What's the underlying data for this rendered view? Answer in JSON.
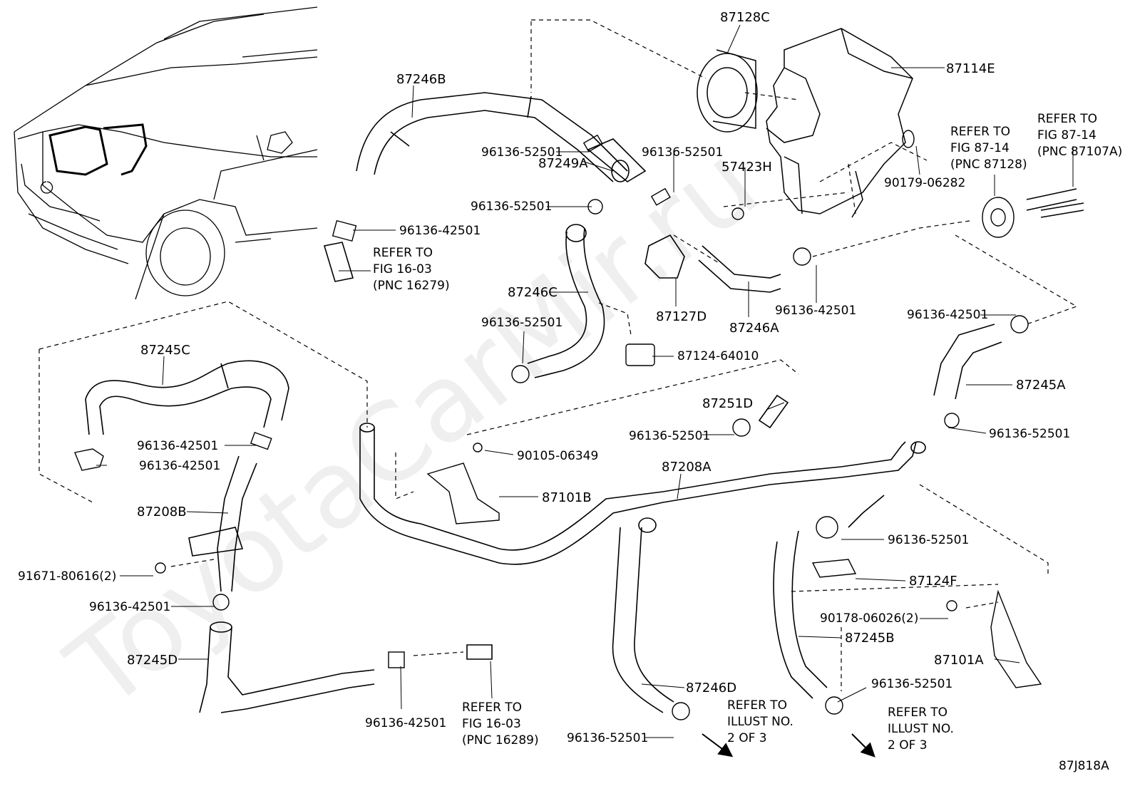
{
  "watermark": "ToyotaCarMir.ru",
  "figure_code": "87J818A",
  "parts": {
    "p87128C": "87128C",
    "p87114E": "87114E",
    "p87246B": "87246B",
    "p96136_52501_a": "96136-52501",
    "p96136_52501_b": "96136-52501",
    "p96136_52501_c": "96136-52501",
    "p57423H": "57423H",
    "p87249A": "87249A",
    "p90179_06282": "90179-06282",
    "p96136_42501_a": "96136-42501",
    "p87246C": "87246C",
    "p87127D": "87127D",
    "p96136_42501_b": "96136-42501",
    "p87246A": "87246A",
    "p96136_42501_c": "96136-42501",
    "p96136_52501_d": "96136-52501",
    "p87124_64010": "87124-64010",
    "p87245C": "87245C",
    "p87245A": "87245A",
    "p87251D": "87251D",
    "p96136_52501_e": "96136-52501",
    "p96136_52501_f": "96136-52501",
    "p96136_42501_d": "96136-42501",
    "p90105_06349": "90105-06349",
    "p96136_42501_e": "96136-42501",
    "p87208A": "87208A",
    "p87101B": "87101B",
    "p87208B": "87208B",
    "p96136_52501_g": "96136-52501",
    "p91671_80616": "91671-80616(2)",
    "p87124F": "87124F",
    "p96136_42501_f": "96136-42501",
    "p90178_06026": "90178-06026(2)",
    "p87245B": "87245B",
    "p87245D": "87245D",
    "p87101A": "87101A",
    "p87246D": "87246D",
    "p96136_52501_h": "96136-52501",
    "p96136_42501_g": "96136-42501",
    "p96136_52501_i": "96136-52501"
  },
  "refs": {
    "fig16_03_a": {
      "l1": "REFER TO",
      "l2": "FIG 16-03",
      "l3": "(PNC 16279)"
    },
    "fig87_14_a": {
      "l1": "REFER TO",
      "l2": "FIG 87-14",
      "l3": "(PNC 87128)"
    },
    "fig87_14_b": {
      "l1": "REFER TO",
      "l2": "FIG 87-14",
      "l3": "(PNC 87107A)"
    },
    "fig16_03_b": {
      "l1": "REFER TO",
      "l2": "FIG 16-03",
      "l3": "(PNC 16289)"
    },
    "illust_a": {
      "l1": "REFER TO",
      "l2": "ILLUST NO.",
      "l3": "2 OF 3"
    },
    "illust_b": {
      "l1": "REFER TO",
      "l2": "ILLUST NO.",
      "l3": "2 OF 3"
    }
  }
}
